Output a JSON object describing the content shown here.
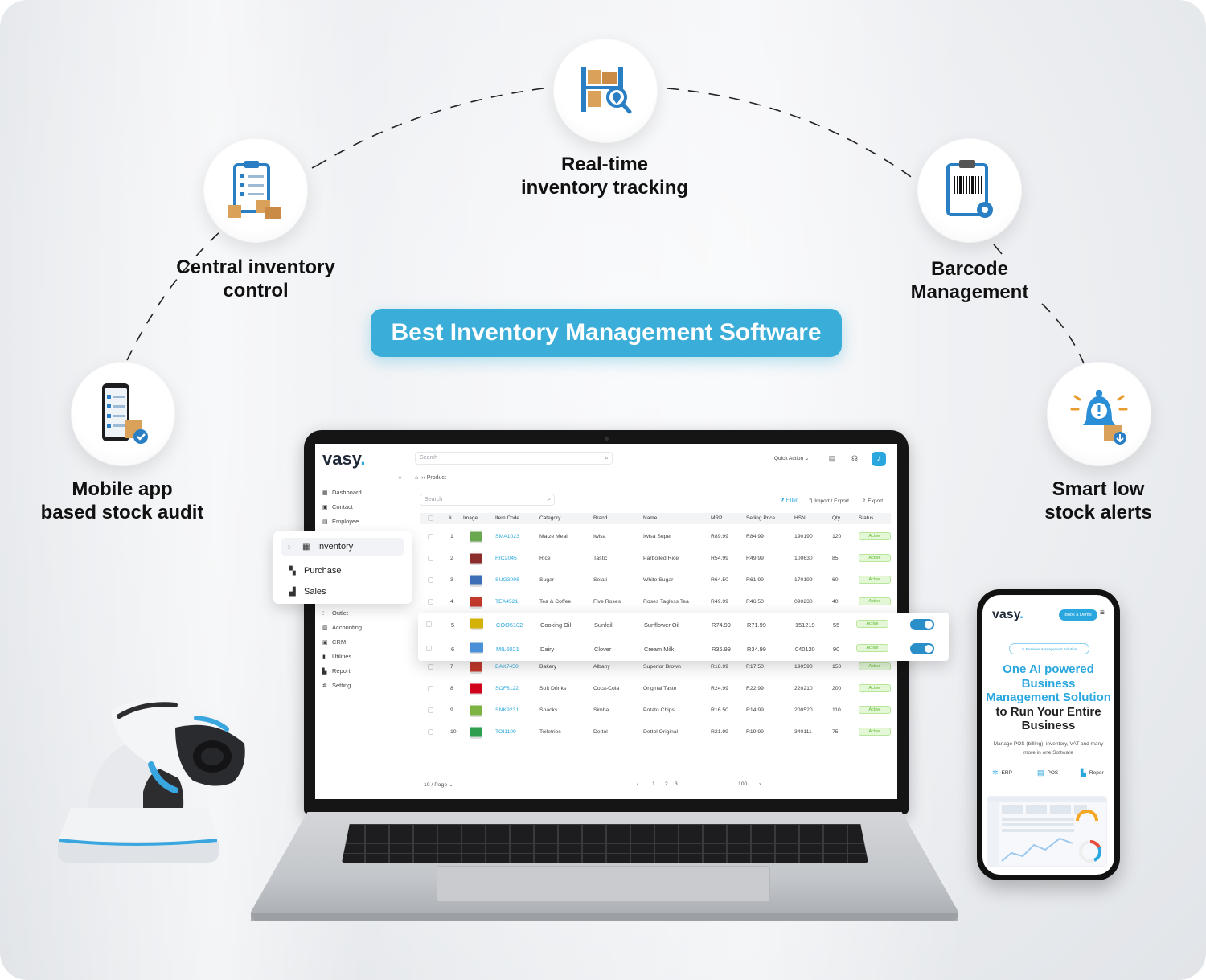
{
  "headline": "Best Inventory Management Software",
  "features": [
    {
      "id": "realtime",
      "label": "Real-time\ninventory tracking",
      "icon": "warehouse-search-icon"
    },
    {
      "id": "central",
      "label": "Central inventory\ncontrol",
      "icon": "clipboard-boxes-icon"
    },
    {
      "id": "barcode",
      "label": "Barcode\nManagement",
      "icon": "barcode-clipboard-icon"
    },
    {
      "id": "mobile",
      "label": "Mobile app\nbased stock audit",
      "icon": "phone-checklist-icon"
    },
    {
      "id": "alerts",
      "label": "Smart low\nstock alerts",
      "icon": "bell-alert-icon"
    }
  ],
  "app": {
    "logo": "vasy",
    "search_placeholder": "Search",
    "quick_action": "Quick Action",
    "breadcrumb": "Product",
    "sidebar_top": [
      {
        "label": "Dashboard",
        "icon": "▦"
      },
      {
        "label": "Contact",
        "icon": "▣"
      },
      {
        "label": "Employee",
        "icon": "▤"
      }
    ],
    "sidebar_bottom": [
      {
        "label": "Outlet",
        "icon": "⁝"
      },
      {
        "label": "Accounting",
        "icon": "▥"
      },
      {
        "label": "CRM",
        "icon": "▣"
      },
      {
        "label": "Utilities",
        "icon": "▮"
      },
      {
        "label": "Report",
        "icon": "▙"
      },
      {
        "label": "Setting",
        "icon": "✲"
      }
    ],
    "popmenu": [
      {
        "label": "Inventory",
        "icon": "▦",
        "chevron": "›"
      },
      {
        "label": "Purchase",
        "icon": "▚"
      },
      {
        "label": "Sales",
        "icon": "▟"
      }
    ],
    "content_search": "Search",
    "actions": {
      "filter": "Filter",
      "import_export": "Import / Export",
      "export": "Export"
    },
    "columns": [
      "#",
      "Image",
      "Item Code",
      "Category",
      "Brand",
      "Name",
      "MRP",
      "Selling Price",
      "HSN",
      "Qty",
      "Status"
    ],
    "rows": [
      {
        "n": "1",
        "code": "SMA1023",
        "category": "Maize Meal",
        "brand": "Iwisa",
        "name": "Iwisa Super",
        "mrp": "R89.99",
        "price": "R84.99",
        "hsn": "190190",
        "qty": "120",
        "status": "Active",
        "color": "#6aa84f"
      },
      {
        "n": "2",
        "code": "RIC2045",
        "category": "Rice",
        "brand": "Tastic",
        "name": "Parboiled Rice",
        "mrp": "R54.99",
        "price": "R49.99",
        "hsn": "100630",
        "qty": "85",
        "status": "Active",
        "color": "#8b2d2d"
      },
      {
        "n": "3",
        "code": "SUG3098",
        "category": "Sugar",
        "brand": "Selati",
        "name": "White Sugar",
        "mrp": "R64.50",
        "price": "R61.99",
        "hsn": "170199",
        "qty": "60",
        "status": "Active",
        "color": "#3b6fb6"
      },
      {
        "n": "4",
        "code": "TEA4521",
        "category": "Tea & Coffee",
        "brand": "Five Roses",
        "name": "Roses Tagless Tea",
        "mrp": "R49.99",
        "price": "R46.50",
        "hsn": "090230",
        "qty": "40",
        "status": "Active",
        "color": "#c0392b"
      },
      {
        "n": "5",
        "code": "COO5102",
        "category": "Cooking Oil",
        "brand": "Sunfoil",
        "name": "Sunflower Oil",
        "mrp": "R74.99",
        "price": "R71.99",
        "hsn": "151219",
        "qty": "55",
        "status": "Active",
        "color": "#d4b106"
      },
      {
        "n": "6",
        "code": "MIL6021",
        "category": "Dairy",
        "brand": "Clover",
        "name": "Cream Milk",
        "mrp": "R36.99",
        "price": "R34.99",
        "hsn": "040120",
        "qty": "90",
        "status": "Active",
        "color": "#4a90d9"
      },
      {
        "n": "7",
        "code": "BAK7450",
        "category": "Bakery",
        "brand": "Albany",
        "name": "Superior Brown",
        "mrp": "R18.99",
        "price": "R17.50",
        "hsn": "190590",
        "qty": "150",
        "status": "Active",
        "color": "#c0392b"
      },
      {
        "n": "8",
        "code": "SOF8122",
        "category": "Soft Drinks",
        "brand": "Coca-Cola",
        "name": "Original Taste",
        "mrp": "R24.99",
        "price": "R22.99",
        "hsn": "220210",
        "qty": "200",
        "status": "Active",
        "color": "#d0021b"
      },
      {
        "n": "9",
        "code": "SNK9231",
        "category": "Snacks",
        "brand": "Simba",
        "name": "Potato Chips",
        "mrp": "R16.50",
        "price": "R14.99",
        "hsn": "200520",
        "qty": "110",
        "status": "Active",
        "color": "#7cb342"
      },
      {
        "n": "10",
        "code": "TOI1109",
        "category": "Toiletries",
        "brand": "Dettol",
        "name": "Dettol Original",
        "mrp": "R21.99",
        "price": "R19.99",
        "hsn": "340111",
        "qty": "75",
        "status": "Active",
        "color": "#2e9e4f"
      }
    ],
    "per_page": "10 / Page",
    "pages": {
      "prev": "‹",
      "p1": "1",
      "p2": "2",
      "p3": "3",
      "last": "100",
      "next": "›"
    }
  },
  "phone": {
    "logo": "vasy",
    "demo_button": "Book a Demo",
    "pill": "Business Management Solution",
    "headline_blue1": "One AI powered Business Management Solution",
    "headline_dark": "to Run Your Entire Business",
    "sub": "Manage POS (billing), inventory, VAT and many more in one Software",
    "tabs": [
      "ERP",
      "POS",
      "Repor"
    ]
  },
  "colors": {
    "accent": "#2aa7df",
    "pill": "#3aaed8",
    "active_badge": "#5cb82e"
  }
}
